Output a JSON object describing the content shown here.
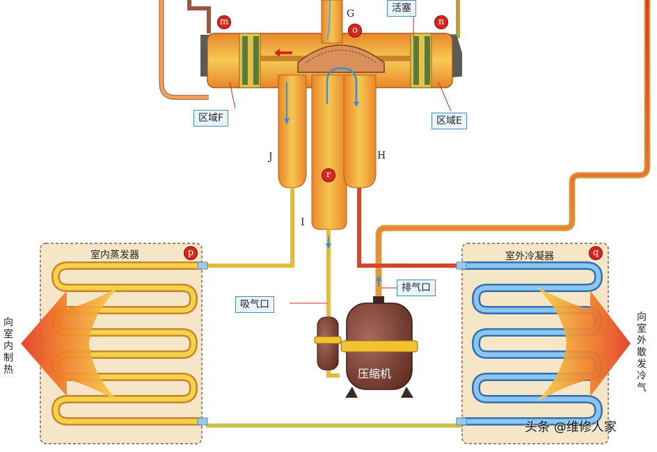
{
  "valve": {
    "piston_label": "活塞",
    "zone_f_label": "区域F",
    "zone_e_label": "区域E",
    "marker_m": "m",
    "marker_o": "o",
    "marker_n": "n",
    "marker_r": "r",
    "marker_p": "p",
    "marker_q": "q",
    "port_g": "G",
    "port_j": "J",
    "port_h": "H",
    "port_i": "I"
  },
  "indoor": {
    "title": "室内蒸发器",
    "side_text": "向室内制热"
  },
  "outdoor": {
    "title": "室外冷凝器",
    "side_text": "向室外散发冷气"
  },
  "compressor": {
    "label": "压缩机",
    "suction_label": "吸气口",
    "discharge_label": "排气口"
  },
  "watermark": "头条 @维修人家",
  "colors": {
    "hot": "#e03a1e",
    "warm": "#f2b233",
    "cold": "#3a8fd8",
    "marker": "#d8261c"
  }
}
